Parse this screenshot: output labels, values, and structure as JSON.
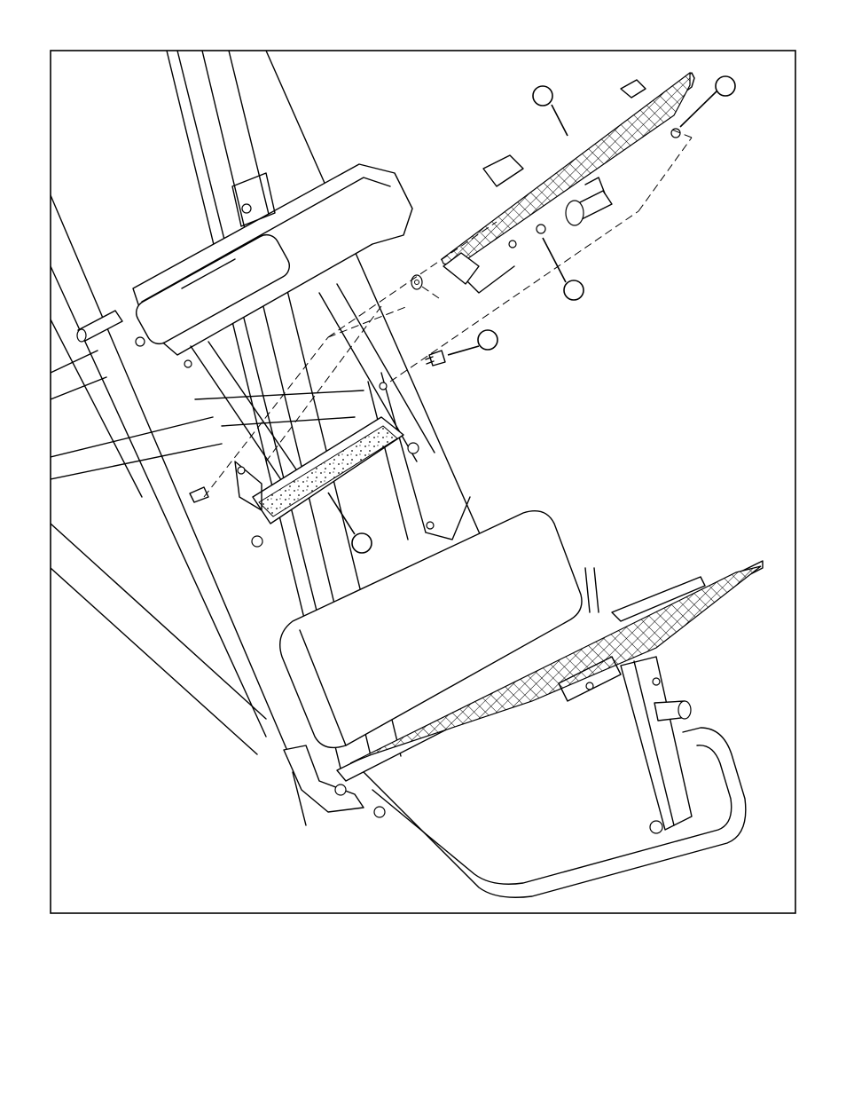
{
  "figure": {
    "callouts": [
      {
        "id": "plate-top",
        "label": ""
      },
      {
        "id": "washer-right",
        "label": ""
      },
      {
        "id": "nut-plate",
        "label": ""
      },
      {
        "id": "bolt",
        "label": ""
      },
      {
        "id": "step-plate",
        "label": ""
      }
    ]
  }
}
